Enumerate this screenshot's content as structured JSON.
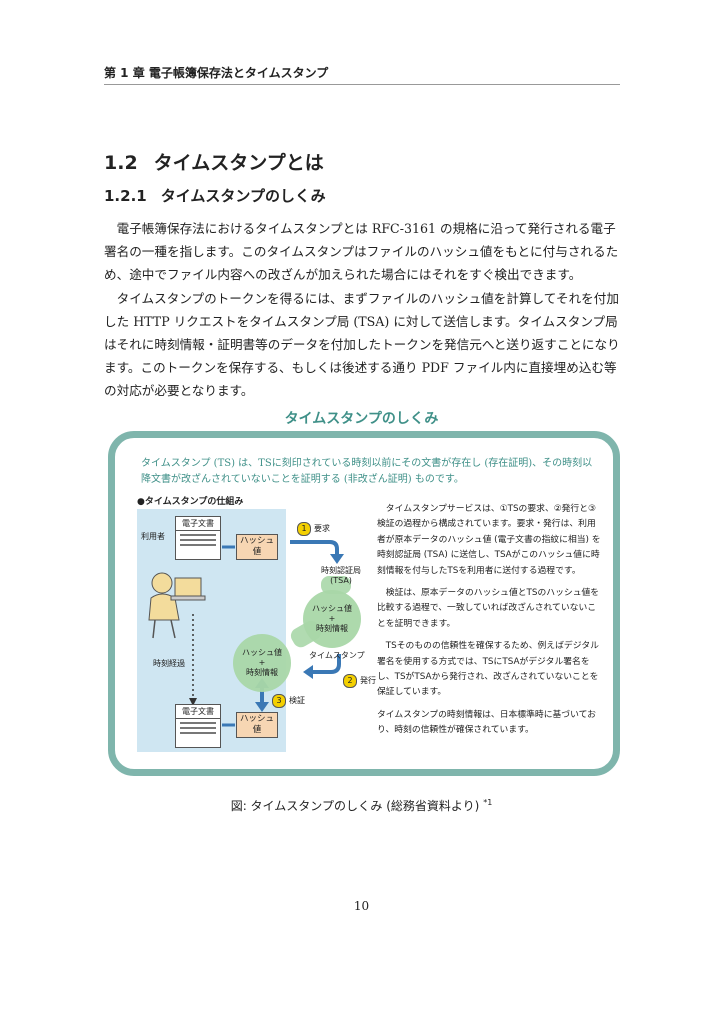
{
  "header": "第 1 章 電子帳簿保存法とタイムスタンプ",
  "section": {
    "number": "1.2",
    "title": "タイムスタンプとは"
  },
  "subsection": {
    "number": "1.2.1",
    "title": "タイムスタンプのしくみ"
  },
  "paragraphs": [
    "電子帳簿保存法におけるタイムスタンプとは RFC-3161 の規格に沿って発行される電子署名の一種を指します。このタイムスタンプはファイルのハッシュ値をもとに付与されるため、途中でファイル内容への改ざんが加えられた場合にはそれをすぐ検出できます。",
    "タイムスタンプのトークンを得るには、まずファイルのハッシュ値を計算してそれを付加した HTTP リクエストをタイムスタンプ局 (TSA) に対して送信します。タイムスタンプ局はそれに時刻情報・証明書等のデータを付加したトークンを発信元へと送り返すことになります。このトークンを保存する、もしくは後述する通り PDF ファイル内に直接埋め込む等の対応が必要となります。"
  ],
  "figure": {
    "title": "タイムスタンプのしくみ",
    "intro": "タイムスタンプ (TS) は、TSに刻印されている時刻以前にその文書が存在し (存在証明)、その時刻以降文書が改ざんされていないことを証明する (非改ざん証明) ものです。",
    "mechanism_title": "●タイムスタンプの仕組み",
    "doc_label": "電子文書",
    "user_label": "利用者",
    "hash_label": "ハッシュ値",
    "step1": "要求",
    "step2": "発行",
    "step3": "検証",
    "tsa_label": "時刻認証局 (TSA)",
    "stamp_hash": "ハッシュ値",
    "plus": "+",
    "stamp_time": "時刻情報",
    "stamp_label": "タイムスタンプ",
    "elapsed_label": "時刻経過",
    "desc": [
      "タイムスタンプサービスは、①TSの要求、②発行と③検証の過程から構成されています。要求・発行は、利用者が原本データのハッシュ値 (電子文書の指紋に相当) を時刻認証局 (TSA) に送信し、TSAがこのハッシュ値に時刻情報を付与したTSを利用者に送付する過程です。",
      "検証は、原本データのハッシュ値とTSのハッシュ値を比較する過程で、一致していれば改ざんされていないことを証明できます。",
      "TSそのものの信頼性を確保するため、例えばデジタル署名を使用する方式では、TSにTSAがデジタル署名をし、TSがTSAから発行され、改ざんされていないことを保証しています。",
      "タイムスタンプの時刻情報は、日本標準時に基づいており、時刻の信頼性が確保されています。"
    ],
    "caption": "図: タイムスタンプのしくみ (総務省資料より)",
    "caption_sup": "*1"
  },
  "page_number": "10",
  "colors": {
    "accent": "#3f9088",
    "panel_border": "#7fb5ac",
    "diagram_bg": "#cfe6f2",
    "hash_box": "#f7d6b3",
    "arrow": "#3a78b5",
    "step_circle": "#f4d000"
  }
}
